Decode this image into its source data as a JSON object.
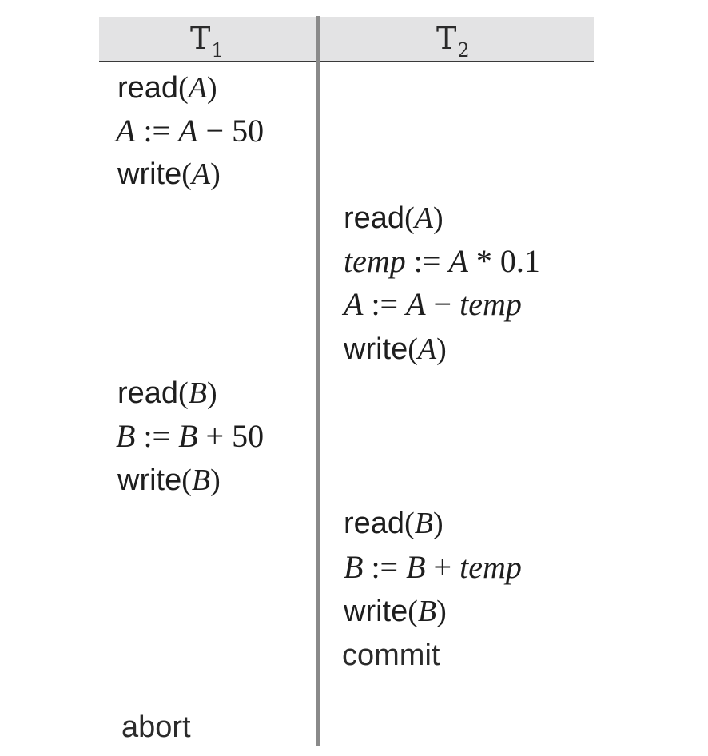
{
  "headers": {
    "t1": {
      "base": "T",
      "sub": "1"
    },
    "t2": {
      "base": "T",
      "sub": "2"
    }
  },
  "t1_ops": [
    {
      "fn": "read",
      "open": "(",
      "arg": "A",
      "close": ")"
    },
    {
      "v1": "A",
      "op1": " := ",
      "v2": "A",
      "op2": " − 50"
    },
    {
      "fn": "write",
      "open": "(",
      "arg": "A",
      "close": ")"
    },
    {
      "fn": "read",
      "open": "(",
      "arg": "B",
      "close": ")"
    },
    {
      "v1": "B",
      "op1": " := ",
      "v2": "B",
      "op2": " + 50"
    },
    {
      "fn": "write",
      "open": "(",
      "arg": "B",
      "close": ")"
    },
    {
      "text": "abort"
    }
  ],
  "t2_ops": [
    {
      "fn": "read",
      "open": "(",
      "arg": "A",
      "close": ")"
    },
    {
      "v1": "temp",
      "op1": " := ",
      "v2": "A",
      "op2": " * 0.1"
    },
    {
      "v1": "A",
      "op1": " := ",
      "v2": "A",
      "op2": " − ",
      "v3": "temp"
    },
    {
      "fn": "write",
      "open": "(",
      "arg": "A",
      "close": ")"
    },
    {
      "fn": "read",
      "open": "(",
      "arg": "B",
      "close": ")"
    },
    {
      "v1": "B",
      "op1": " := ",
      "v2": "B",
      "op2": " + ",
      "v3": "temp"
    },
    {
      "fn": "write",
      "open": "(",
      "arg": "B",
      "close": ")"
    },
    {
      "text": "commit"
    }
  ]
}
